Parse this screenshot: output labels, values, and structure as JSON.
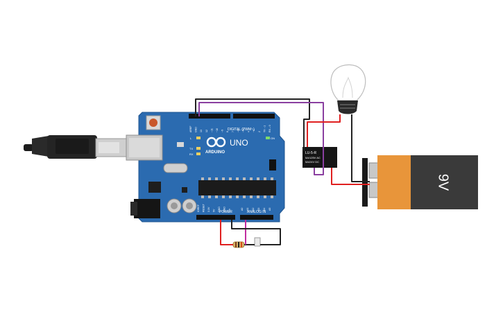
{
  "arduino": {
    "brand": "ARDUINO",
    "model": "UNO",
    "header_digital": "DIGITAL (PWM~)",
    "header_power": "POWER",
    "header_analog": "ANALOG IN",
    "label_on": "ON",
    "label_l": "L",
    "label_tx": "TX",
    "label_rx": "RX",
    "top_pins": [
      "AREF",
      "GND",
      "13",
      "12",
      "~11",
      "~10",
      "~9",
      "8",
      "7",
      "~6",
      "~5",
      "4",
      "~3",
      "2",
      "TX→1",
      "RX←0"
    ],
    "power_pins": [
      "IOREF",
      "RESET",
      "3.3V",
      "5V",
      "GND",
      "GND",
      "Vin"
    ],
    "analog_pins": [
      "A0",
      "A1",
      "A2",
      "A3",
      "A4",
      "A5"
    ]
  },
  "relay": {
    "label_line1": "LU-5-R",
    "label_line2": "5A/125V AC",
    "label_line3": "5A/24V DC"
  },
  "battery": {
    "label": "9V"
  },
  "colors": {
    "board": "#2b6bb0",
    "wire_black": "#222222",
    "wire_red": "#e02020",
    "wire_purple": "#8a3fa0",
    "battery_orange": "#e8953a",
    "battery_dark": "#3a3a3a"
  }
}
